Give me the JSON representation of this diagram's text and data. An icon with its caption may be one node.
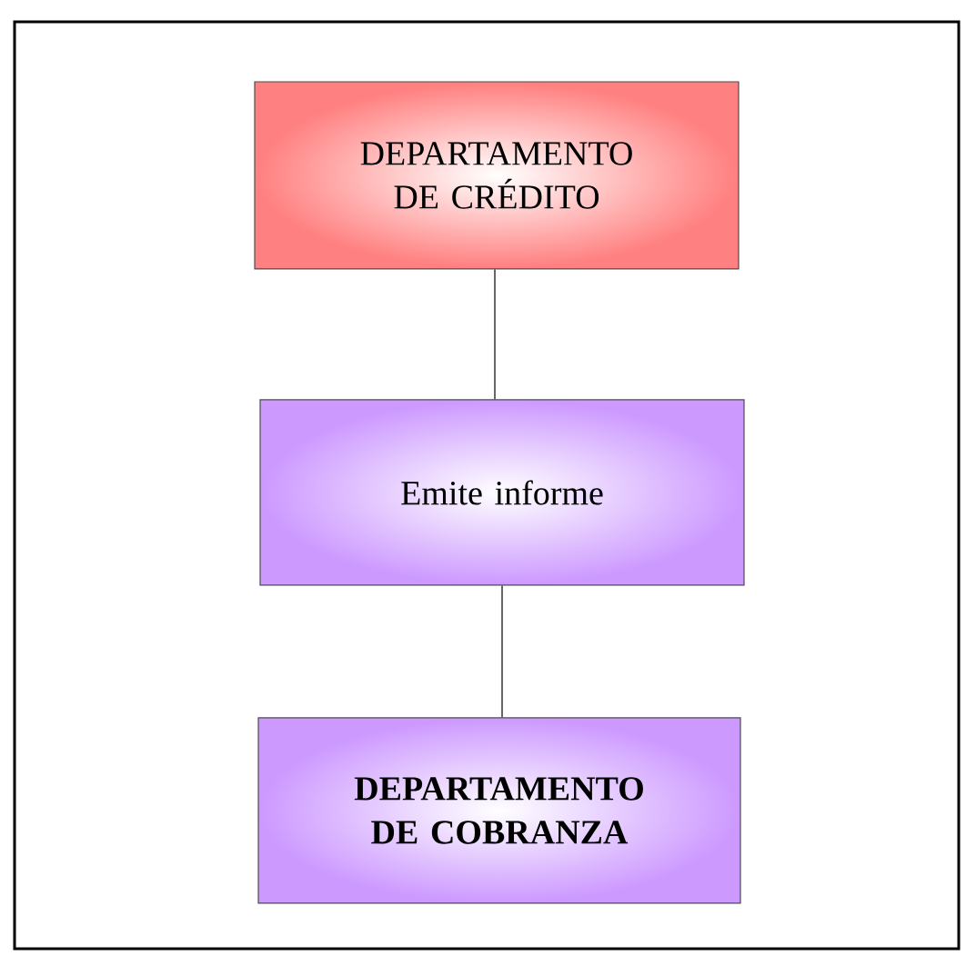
{
  "diagram": {
    "nodes": [
      {
        "text": [
          "DEPARTAMENTO DE CRÉDITO"
        ]
      },
      {
        "text": [
          "Emite informe"
        ]
      },
      {
        "text": [
          "DEPARTAMENTO DE COBRANZA"
        ]
      }
    ],
    "edges": [
      {
        "from": 0,
        "to": 1,
        "arrow": "none"
      },
      {
        "from": 1,
        "to": 2,
        "arrow": "none"
      }
    ]
  }
}
